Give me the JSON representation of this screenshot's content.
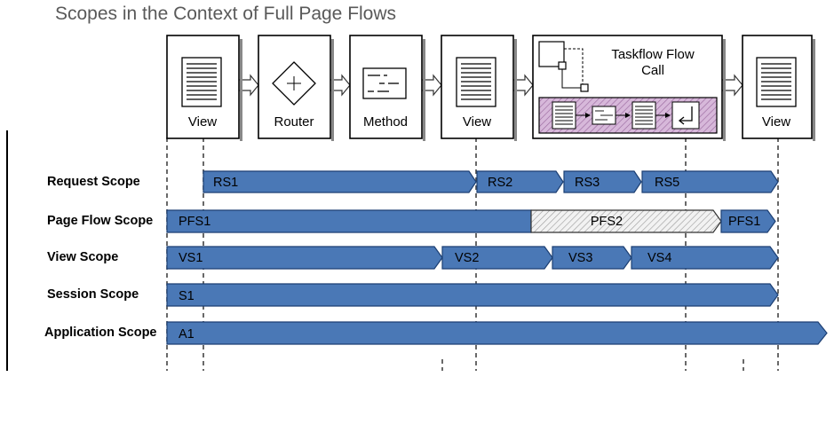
{
  "title": "Scopes in the Context of Full Page Flows",
  "nodes": [
    {
      "id": "view1",
      "label": "View",
      "icon": "document-icon"
    },
    {
      "id": "router",
      "label": "Router",
      "icon": "router-diamond-icon"
    },
    {
      "id": "method",
      "label": "Method",
      "icon": "method-icon"
    },
    {
      "id": "view2",
      "label": "View",
      "icon": "document-icon"
    },
    {
      "id": "taskflow",
      "label_line1": "Taskflow Flow",
      "label_line2": "Call",
      "icon": "taskflow-icon"
    },
    {
      "id": "view3",
      "label": "View",
      "icon": "document-icon"
    }
  ],
  "rows": [
    {
      "label": "Request Scope",
      "segments": [
        {
          "label": "RS1",
          "style": "solid"
        },
        {
          "label": "RS2",
          "style": "solid"
        },
        {
          "label": "RS3",
          "style": "solid"
        },
        {
          "label": "RS5",
          "style": "solid"
        }
      ]
    },
    {
      "label": "Page Flow Scope",
      "segments": [
        {
          "label": "PFS1",
          "style": "solid"
        },
        {
          "label": "PFS2",
          "style": "hatched"
        },
        {
          "label": "PFS1",
          "style": "solid"
        }
      ]
    },
    {
      "label": "View Scope",
      "segments": [
        {
          "label": "VS1",
          "style": "solid"
        },
        {
          "label": "VS2",
          "style": "solid"
        },
        {
          "label": "VS3",
          "style": "solid"
        },
        {
          "label": "VS4",
          "style": "solid"
        }
      ]
    },
    {
      "label": "Session Scope",
      "segments": [
        {
          "label": "S1",
          "style": "solid"
        }
      ]
    },
    {
      "label": "Application Scope",
      "segments": [
        {
          "label": "A1",
          "style": "solid"
        }
      ]
    }
  ],
  "colors": {
    "bar": "#4a78b6",
    "bar_border": "#1c3f73",
    "hatched_fill": "#f0f0f0",
    "taskflow_inner": "#c9a4cf",
    "title": "#595959"
  }
}
